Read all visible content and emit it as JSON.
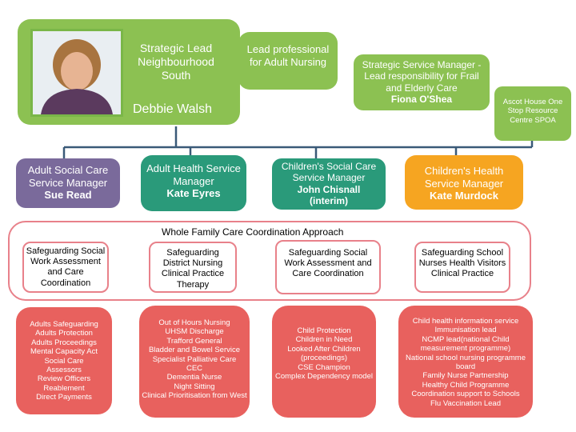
{
  "colors": {
    "green": "#8cc152",
    "purple": "#7a6a9b",
    "teal": "#2a9a7a",
    "orange": "#f6a521",
    "coral": "#e8615e",
    "outline": "#e8818a",
    "line": "#3a5a78"
  },
  "top": {
    "lead_title": "Strategic Lead Neighbourhood South",
    "lead_name": "Debbie Walsh",
    "lead_nursing": "Lead professional for Adult Nursing",
    "ssm_title": "Strategic Service Manager - Lead responsibility for Frail and Elderly Care",
    "ssm_name": "Fiona O'Shea",
    "ascot": "Ascot House One Stop Resource Centre SPOA"
  },
  "managers": [
    {
      "title": "Adult Social Care Service Manager",
      "name": "Sue Read"
    },
    {
      "title": "Adult Health Service Manager",
      "name": "Kate Eyres"
    },
    {
      "title": "Children's Social Care Service Manager",
      "name": "John Chisnall",
      "note": "(interim)"
    },
    {
      "title": "Children's Health Service Manager",
      "name": "Kate Murdock"
    }
  ],
  "approach_label": "Whole Family  Care Coordination Approach",
  "safeguarding": [
    "Safeguarding Social Work Assessment and Care Coordination",
    "Safeguarding District Nursing Clinical Practice Therapy",
    "Safeguarding Social Work Assessment and Care Coordination",
    "Safeguarding School Nurses Health Visitors Clinical Practice"
  ],
  "services": [
    [
      "Adults Safeguarding",
      "Adults Protection",
      "Adults Proceedings",
      "Mental Capacity Act",
      "Social Care",
      "Assessors",
      "Review Officers",
      "Reablement",
      "Direct Payments"
    ],
    [
      "Out of Hours Nursing",
      "UHSM Discharge",
      "Trafford General",
      "Bladder and Bowel Service",
      "Specialist Palliative Care",
      "CEC",
      "Dementia Nurse",
      "Night Sitting",
      "Clinical Prioritisation from West"
    ],
    [
      "Child Protection",
      "Children in Need",
      "Looked After Children",
      "(proceedings)",
      "CSE Champion",
      "Complex Dependency model"
    ],
    [
      "Child health information service",
      "Immunisation lead",
      "NCMP lead(national Child",
      "measurement programme)",
      "National school nursing programme",
      "board",
      "Family Nurse Partnership",
      "Healthy Child Programme",
      "Coordination support to Schools",
      "Flu Vaccination Lead"
    ]
  ]
}
